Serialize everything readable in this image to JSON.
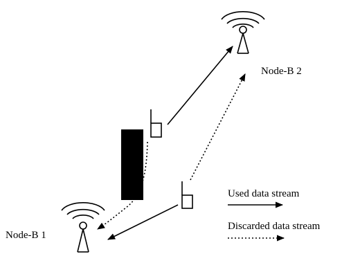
{
  "diagram": {
    "nodes": [
      {
        "id": "node-b-2",
        "label": "Node-B 2"
      },
      {
        "id": "node-b-1",
        "label": "Node-B 1"
      }
    ],
    "legend": {
      "used": "Used data stream",
      "discarded": "Discarded data stream"
    },
    "colors": {
      "ink": "#000000",
      "obstacle": "#000000",
      "background": "#ffffff"
    },
    "icons": [
      "antenna-tower-icon",
      "mobile-phone-icon",
      "building-obstacle"
    ]
  }
}
